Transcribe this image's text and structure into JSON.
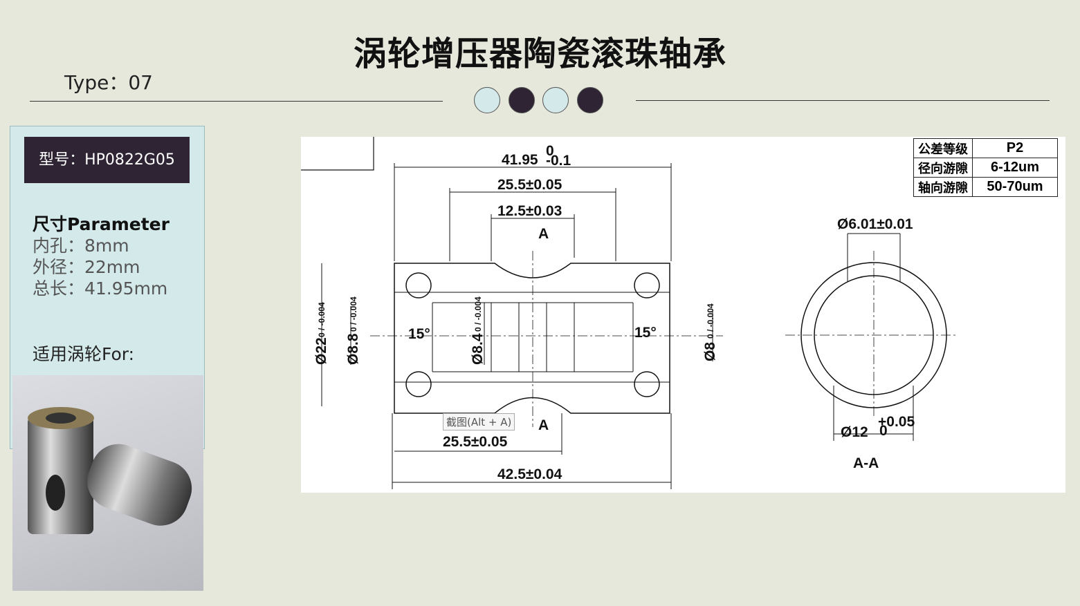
{
  "title": "涡轮增压器陶瓷滚珠轴承",
  "type_label": "Type：07",
  "dots": [
    "#d4e9ea",
    "#2e2433",
    "#d4e9ea",
    "#2e2433"
  ],
  "panel": {
    "model": "型号：HP0822G05",
    "param_title": "尺寸Parameter",
    "inner": "内孔：8mm",
    "outer": "外径：22mm",
    "length": "总长：41.95mm",
    "for": "适用涡轮For:"
  },
  "spec_table": [
    [
      "公差等级",
      "P2"
    ],
    [
      "径向游隙",
      "6-12um"
    ],
    [
      "轴向游隙",
      "50-70um"
    ]
  ],
  "dims": {
    "total": "41.95",
    "total_tol_up": "0",
    "total_tol_low": "-0.1",
    "d1": "25.5±0.05",
    "d2": "12.5±0.03",
    "section": "A",
    "od": "Ø22",
    "od_tol": "0 / -0.004",
    "bore1": "Ø8.8",
    "bore1_tol": "0 / -0.004",
    "bore2": "Ø8.4",
    "bore2_tol": "0 / -0.004",
    "bore3": "Ø8",
    "bore3_tol": "0 / -0.004",
    "angle": "15°",
    "bottom1": "25.5±0.05",
    "bottom2": "42.5±0.04",
    "hole": "Ø6.01±0.01",
    "aa_d": "Ø12",
    "aa_tol_up": "+0.05",
    "aa_tol_low": "0",
    "aa_label": "A-A"
  },
  "tooltip": "截图(Alt + A)"
}
